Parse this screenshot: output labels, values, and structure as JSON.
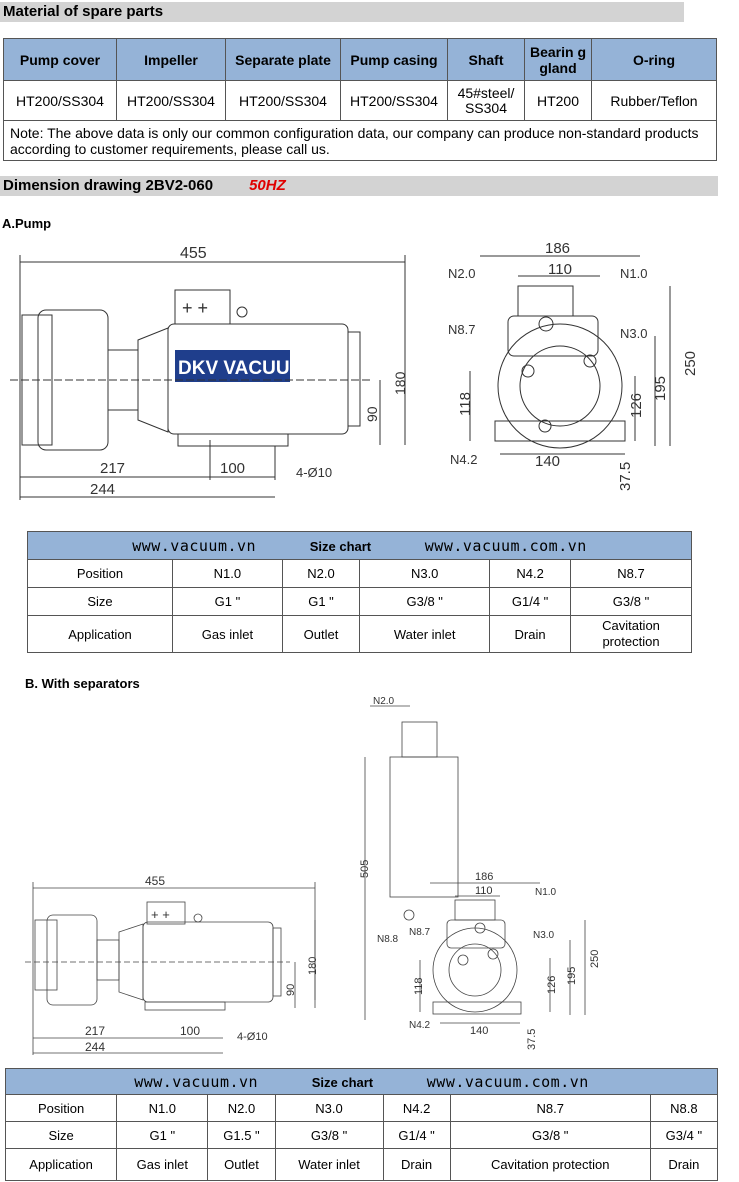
{
  "materials": {
    "title": "Material of spare parts",
    "headers": [
      "Pump cover",
      "Impeller",
      "Separate plate",
      "Pump casing",
      "Shaft",
      "Bearin g gland",
      "O-ring"
    ],
    "values": [
      "HT200/SS304",
      "HT200/SS304",
      "HT200/SS304",
      "HT200/SS304",
      "45#steel/ SS304",
      "HT200",
      "Rubber/Teflon"
    ],
    "note": "Note: The above data is only our common configuration data, our company can produce non-standard products according to customer requirements, please call us."
  },
  "dimension": {
    "title": "Dimension drawing 2BV2-060",
    "freq": "50HZ",
    "freq_color": "#e00000"
  },
  "pump": {
    "label": "A.Pump",
    "brand": "DKV VACUUM",
    "reg": "®",
    "dims": {
      "length": "455",
      "d217": "217",
      "d100": "100",
      "d244": "244",
      "holes": "4-Ø10",
      "h180": "180",
      "h90": "90",
      "w186": "186",
      "w110": "110",
      "w140": "140",
      "h250": "250",
      "h195": "195",
      "h126": "126",
      "h118": "118",
      "h37": "37.5"
    },
    "ports": [
      "N2.0",
      "N1.0",
      "N8.7",
      "N3.0",
      "N4.2"
    ]
  },
  "size_chart_a": {
    "url1": "www.vacuum.vn",
    "title": "Size chart",
    "url2": "www.vacuum.com.vn",
    "rows": [
      [
        "Position",
        "N1.0",
        "N2.0",
        "N3.0",
        "N4.2",
        "N8.7"
      ],
      [
        "Size",
        "G1 \"",
        "G1 \"",
        "G3/8 \"",
        "G1/4 \"",
        "G3/8 \""
      ],
      [
        "Application",
        "Gas inlet",
        "Outlet",
        "Water inlet",
        "Drain",
        "Cavitation protection"
      ]
    ]
  },
  "separators": {
    "label": "B. With separators",
    "dims": {
      "length": "455",
      "d217": "217",
      "d100": "100",
      "d244": "244",
      "holes": "4-Ø10",
      "h180": "180",
      "h90": "90",
      "h505": "505",
      "w186": "186",
      "w110": "110",
      "w140": "140",
      "h250": "250",
      "h195": "195",
      "h126": "126",
      "h118": "118",
      "h37": "37.5"
    },
    "ports": [
      "N2.0",
      "N1.0",
      "N8.8",
      "N8.7",
      "N3.0",
      "N4.2"
    ]
  },
  "size_chart_b": {
    "url1": "www.vacuum.vn",
    "title": "Size chart",
    "url2": "www.vacuum.com.vn",
    "rows": [
      [
        "Position",
        "N1.0",
        "N2.0",
        "N3.0",
        "N4.2",
        "N8.7",
        "N8.8"
      ],
      [
        "Size",
        "G1 \"",
        "G1.5 \"",
        "G3/8 \"",
        "G1/4 \"",
        "G3/8 \"",
        "G3/4 \""
      ],
      [
        "Application",
        "Gas inlet",
        "Outlet",
        "Water inlet",
        "Drain",
        "Cavitation protection",
        "Drain"
      ]
    ]
  }
}
